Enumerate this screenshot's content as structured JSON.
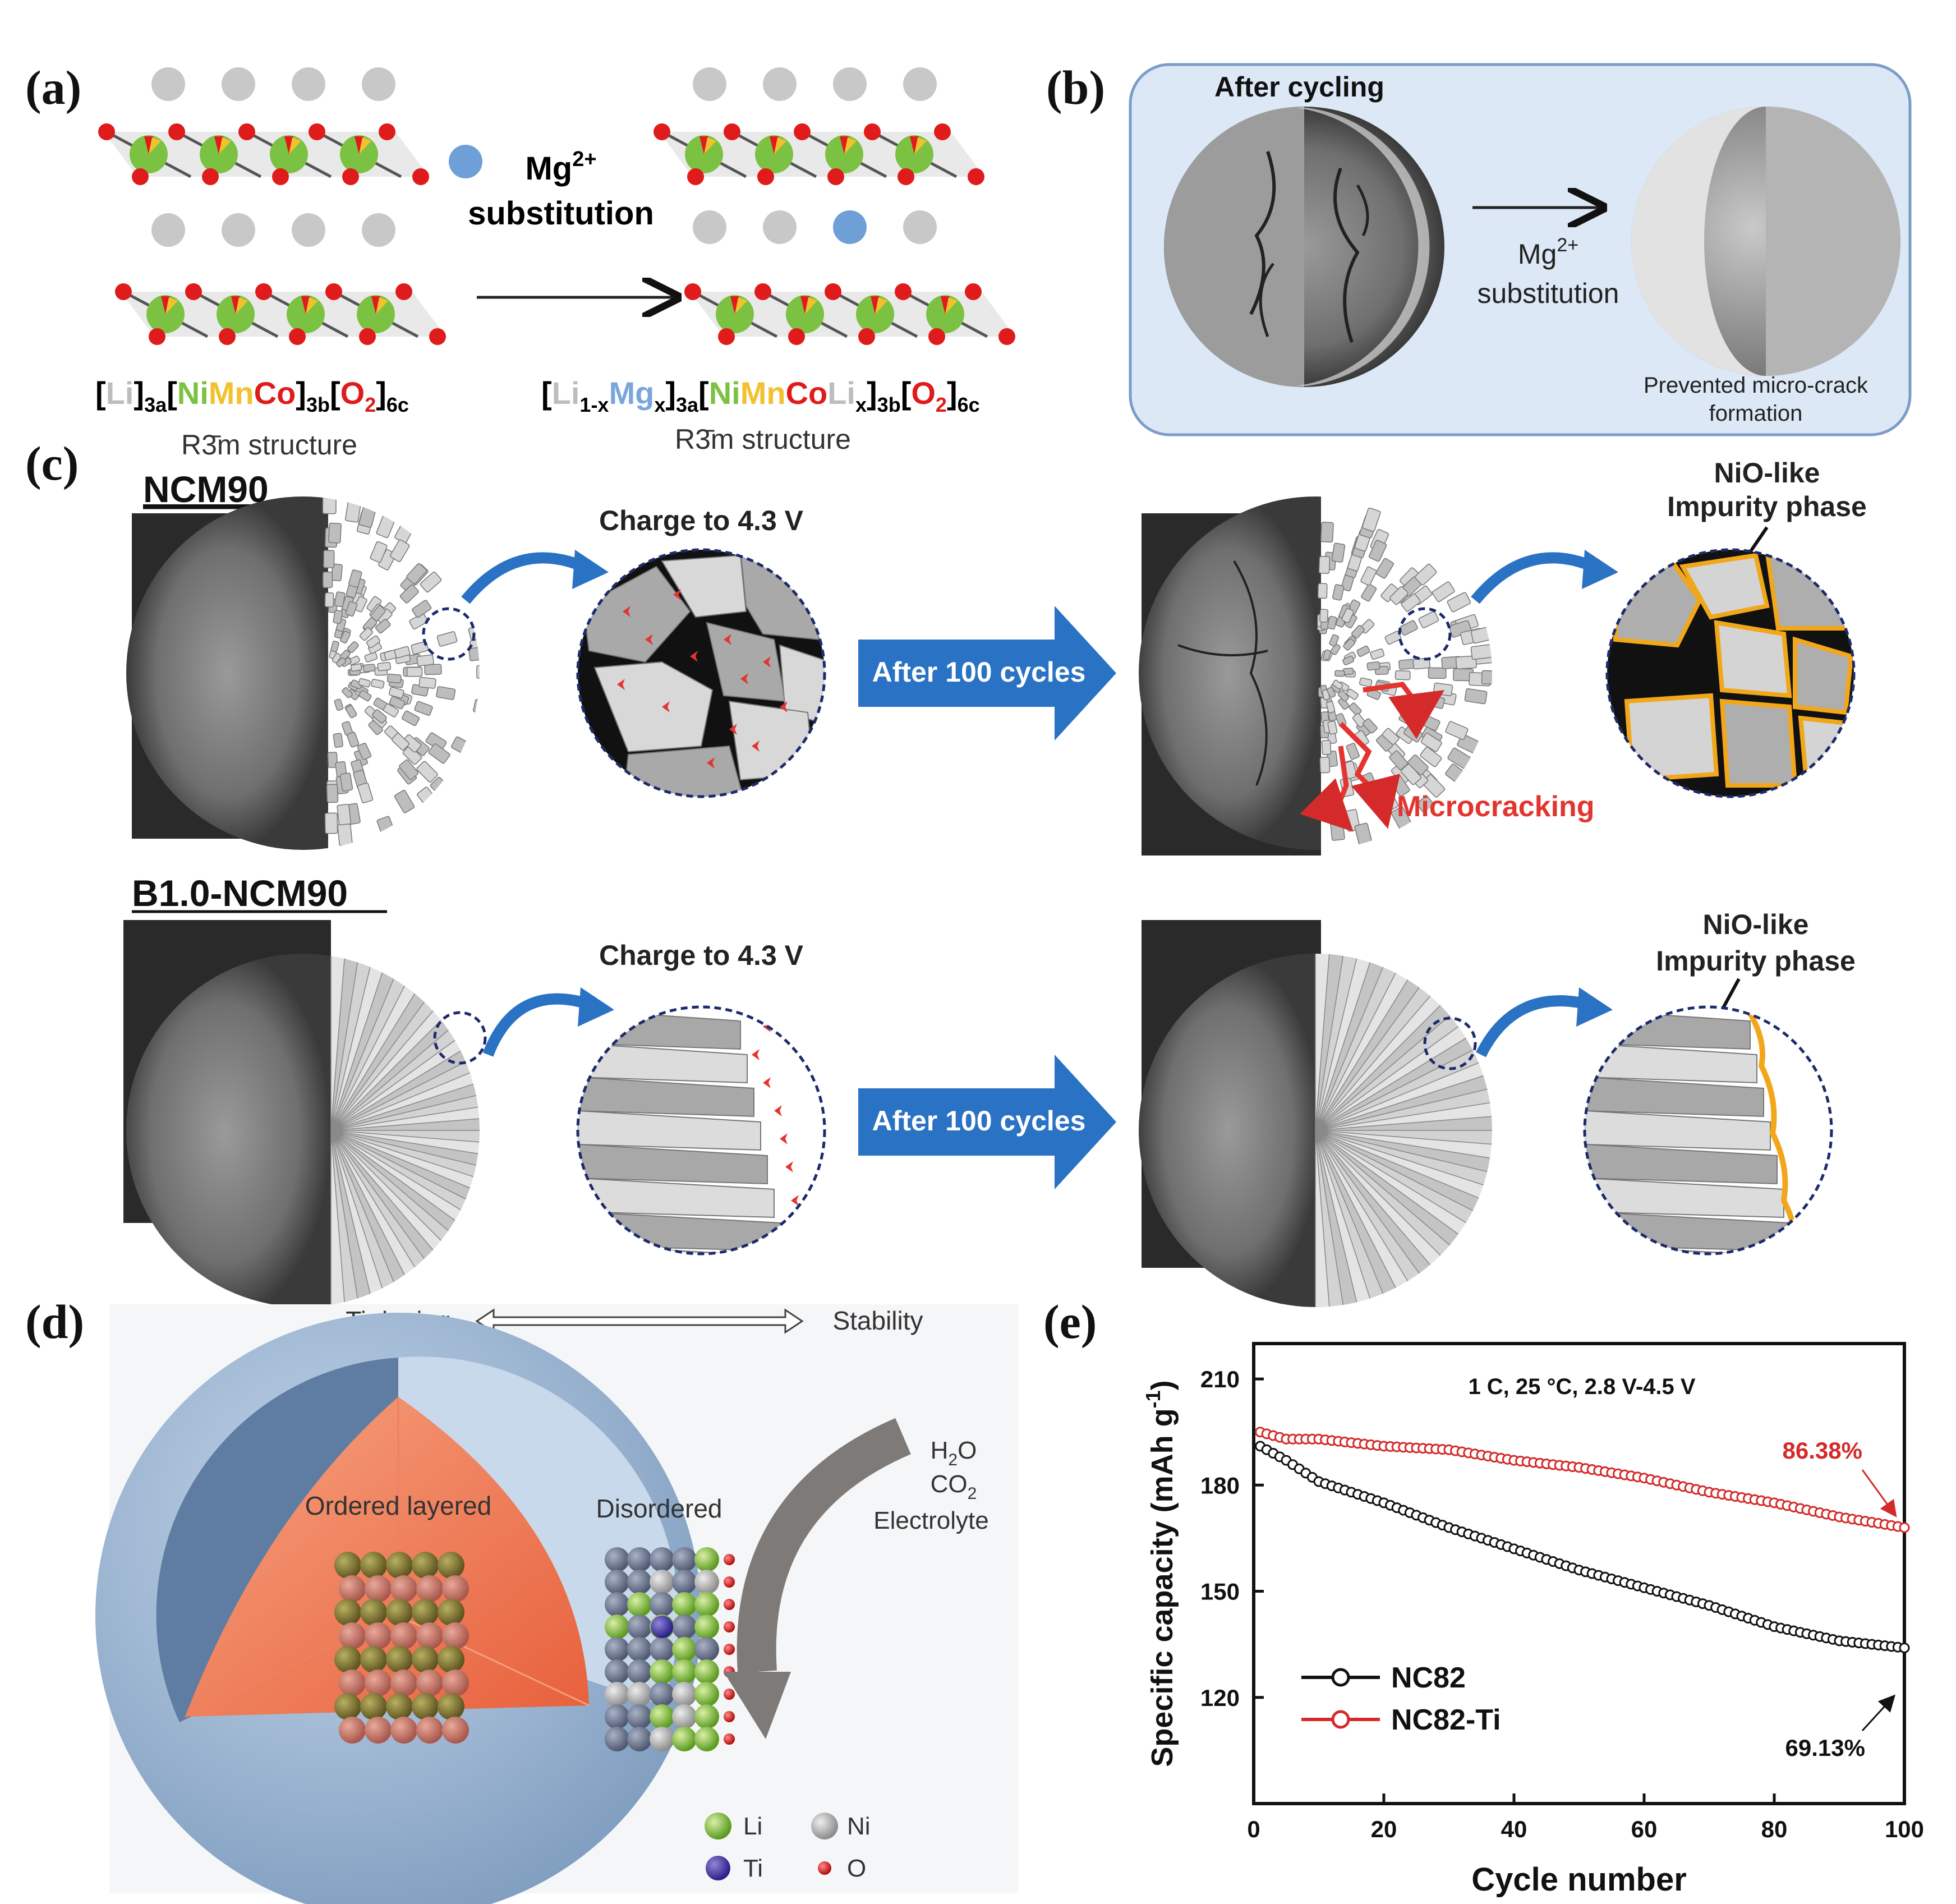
{
  "panel_labels": [
    "(a)",
    "(b)",
    "(c)",
    "(d)",
    "(e)"
  ],
  "panel_a": {
    "arrow_label_line1": "Mg",
    "arrow_label_sup": "2+",
    "arrow_label_line2": "substitution",
    "formula_left": {
      "open1": "[",
      "li": "Li",
      "close1": "]",
      "sub1": "3a",
      "open2": "[",
      "ni": "Ni",
      "mn": "Mn",
      "co": "Co",
      "close2": "]",
      "sub2": "3b",
      "open3": "[",
      "o": "O",
      "o_sub": "2",
      "close3": "]",
      "sub3": "6c"
    },
    "formula_right": {
      "open1": "[",
      "li": "Li",
      "li_sub": "1-x",
      "mg": "Mg",
      "mg_sub": "x",
      "close1": "]",
      "sub1": "3a",
      "open2": "[",
      "ni": "Ni",
      "mn": "Mn",
      "co": "Co",
      "li2": "Li",
      "li2_sub": "x",
      "close2": "]",
      "sub2": "3b",
      "open3": "[",
      "o": "O",
      "o_sub": "2",
      "close3": "]",
      "sub3": "6c"
    },
    "structure_left": "R3̄m structure",
    "structure_right": "R3̄m structure",
    "colors": {
      "li": "#bdbdbd",
      "mg": "#7aa6dc",
      "ni": "#7cc242",
      "mn": "#f2c12e",
      "co": "#e01b1b",
      "o": "#e01b1b"
    }
  },
  "panel_b": {
    "title": "After cycling",
    "arrow_label_line1": "Mg",
    "arrow_label_sup": "2+",
    "arrow_label_line2": "substitution",
    "caption_line1": "Prevented micro-crack",
    "caption_line2": "formation",
    "box_color": "#dce8f6"
  },
  "panel_c": {
    "row1_title": "NCM90",
    "row2_title": "B1.0-NCM90",
    "charge_label": "Charge to 4.3 V",
    "cycles_label": "After 100 cycles",
    "impurity_line1": "NiO-like",
    "impurity_line2": "Impurity phase",
    "microcracking": "Microcracking",
    "arrow_color": "#2a72c4"
  },
  "panel_d": {
    "top_left": "Ti doping",
    "top_right": "Stability",
    "core_label": "Ordered layered",
    "shell_label": "Disordered",
    "attack_line1": "H",
    "attack_line1_sub": "2",
    "attack_line1_end": "O",
    "attack_line2": "CO",
    "attack_line2_sub": "2",
    "attack_line3": "Electrolyte",
    "legend": [
      "Li",
      "Ni",
      "Ti",
      "O"
    ]
  },
  "chart_data": {
    "type": "line",
    "title": "1 C, 25 °C, 2.8 V-4.5 V",
    "xlabel": "Cycle number",
    "ylabel": "Specific capacity (mAh g",
    "ylabel_sup": "-1",
    "ylabel_end": ")",
    "xlim": [
      0,
      100
    ],
    "ylim": [
      90,
      220
    ],
    "xticks": [
      "0",
      "20",
      "40",
      "60",
      "80",
      "100"
    ],
    "yticks": [
      "120",
      "150",
      "180",
      "210"
    ],
    "legend_position": "bottom-left",
    "series": [
      {
        "name": "NC82",
        "color": "#111111",
        "x": [
          1,
          5,
          10,
          20,
          30,
          40,
          50,
          60,
          70,
          80,
          90,
          100
        ],
        "y": [
          191,
          187,
          181,
          175,
          168,
          162,
          156,
          151,
          146,
          140,
          136,
          134
        ]
      },
      {
        "name": "NC82-Ti",
        "color": "#d42a2a",
        "x": [
          1,
          5,
          10,
          20,
          30,
          40,
          50,
          60,
          70,
          80,
          90,
          100
        ],
        "y": [
          195,
          193,
          193,
          191,
          190,
          187,
          185,
          182,
          178,
          175,
          171,
          168
        ]
      }
    ],
    "annotations": [
      "86.38%",
      "69.13%"
    ]
  }
}
